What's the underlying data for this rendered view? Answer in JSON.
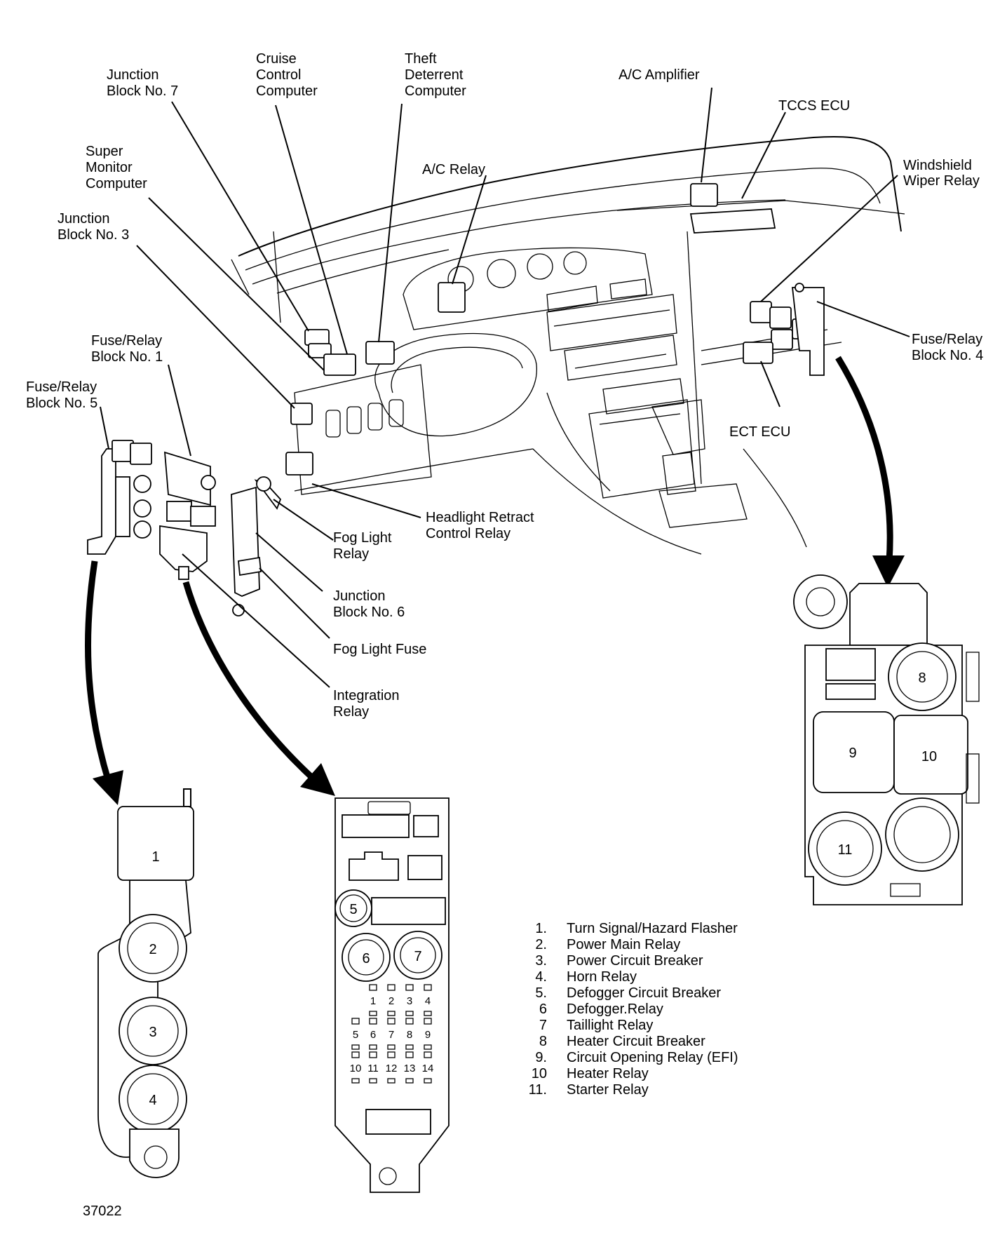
{
  "figure_id": "37022",
  "callouts": {
    "junction_block_7": [
      "Junction",
      "Block No. 7"
    ],
    "cruise_control_computer": [
      "Cruise",
      "Control",
      "Computer"
    ],
    "theft_deterrent_computer": [
      "Theft",
      "Deterrent",
      "Computer"
    ],
    "ac_amplifier": [
      "A/C Amplifier"
    ],
    "tccs_ecu": [
      "TCCS ECU"
    ],
    "ac_relay": [
      "A/C Relay"
    ],
    "windshield_wiper_relay": [
      "Windshield",
      "Wiper Relay"
    ],
    "super_monitor_computer": [
      "Super",
      "Monitor",
      "Computer"
    ],
    "junction_block_3": [
      "Junction",
      "Block No. 3"
    ],
    "fuse_relay_block_1": [
      "Fuse/Relay",
      "Block No. 1"
    ],
    "fuse_relay_block_5": [
      "Fuse/Relay",
      "Block No. 5"
    ],
    "fuse_relay_block_4": [
      "Fuse/Relay",
      "Block No. 4"
    ],
    "ect_ecu": [
      "ECT ECU"
    ],
    "headlight_retract_control_relay": [
      "Headlight Retract",
      "Control Relay"
    ],
    "fog_light_relay": [
      "Fog Light",
      "Relay"
    ],
    "junction_block_6": [
      "Junction",
      "Block No. 6"
    ],
    "fog_light_fuse": [
      "Fog Light Fuse"
    ],
    "integration_relay": [
      "Integration",
      "Relay"
    ]
  },
  "legend": [
    {
      "n": "1.",
      "label": "Turn Signal/Hazard Flasher"
    },
    {
      "n": "2.",
      "label": "Power Main Relay"
    },
    {
      "n": "3.",
      "label": "Power Circuit Breaker"
    },
    {
      "n": "4.",
      "label": "Horn Relay"
    },
    {
      "n": "5.",
      "label": "Defogger Circuit Breaker"
    },
    {
      "n": "6",
      "label": "Defogger.Relay"
    },
    {
      "n": "7",
      "label": "Taillight Relay"
    },
    {
      "n": "8",
      "label": "Heater Circuit Breaker"
    },
    {
      "n": "9.",
      "label": "Circuit Opening Relay (EFI)"
    },
    {
      "n": "10",
      "label": "Heater Relay"
    },
    {
      "n": "11.",
      "label": "Starter Relay"
    }
  ],
  "block5_numbers": [
    "1",
    "2",
    "3",
    "4"
  ],
  "block1_numbers": {
    "big": [
      "5",
      "6",
      "7"
    ],
    "fuse_rows": [
      [
        "1",
        "2",
        "3",
        "4"
      ],
      [
        "5",
        "6",
        "7",
        "8",
        "9"
      ],
      [
        "10",
        "11",
        "12",
        "13",
        "14"
      ]
    ]
  },
  "block4_numbers": [
    "8",
    "9",
    "10",
    "11"
  ]
}
